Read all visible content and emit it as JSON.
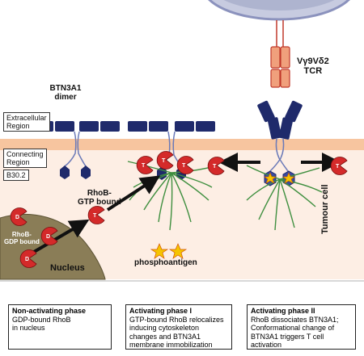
{
  "labels": {
    "btn3a1": "BTN3A1",
    "dimer": "dimer",
    "extracellular_region_line1": "Extracellular",
    "extracellular_region_line2": "Region",
    "connecting_region_line1": "Connecting",
    "connecting_region_line2": "Region",
    "b302": "B30.2",
    "rhob_gtp_line1": "RhoB-",
    "rhob_gtp_line2": "GTP bound",
    "rhob_gdp_line1": "RhoB-",
    "rhob_gdp_line2": "GDP bound",
    "nucleus": "Nucleus",
    "phosphoantigen": "phosphoantigen",
    "tumour_cell": "Tumour cell",
    "tcr_line1": "Vγ9Vδ2",
    "tcr_line2": "TCR",
    "gdp_marker": "D",
    "gtp_marker": "T"
  },
  "phases": [
    {
      "title": "Non-activating phase",
      "description": "GDP-bound RhoB\nin nucleus"
    },
    {
      "title": "Activating phase I",
      "description": "GTP-bound RhoB relocalizes\ninducing cytoskeleton\nchanges and BTN3A1\nmembrane immobilization"
    },
    {
      "title": "Activating phase II",
      "description": "RhoB dissociates BTN3A1;\nConformational change of\nBTN3A1 triggers T cell\nactivation"
    }
  ],
  "colors": {
    "membrane": "#f7c59f",
    "cytoplasm": "#fdeee4",
    "nucleus": "#8a7d57",
    "btn_domain": "#1f2a6b",
    "connector": "#6b7ab8",
    "rhob": "#d42a2a",
    "actin": "#3f8f3f",
    "tcell": "#b9bfd6",
    "tcr": "#f0a07c",
    "star": "#f5c400"
  }
}
